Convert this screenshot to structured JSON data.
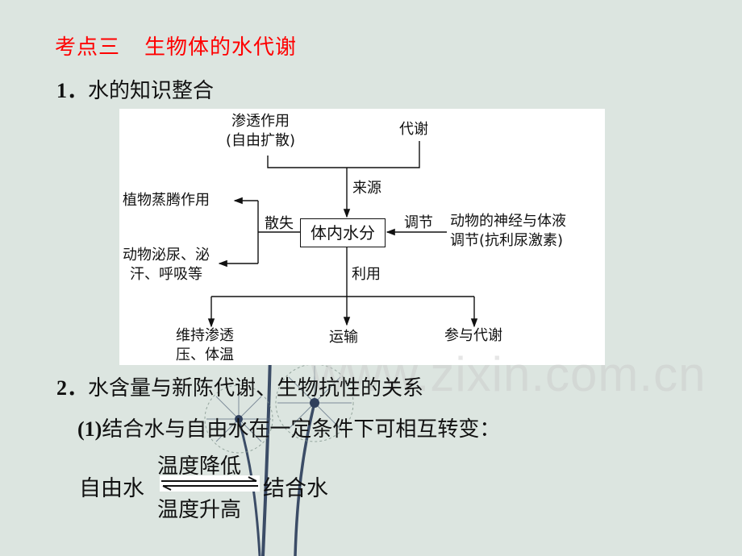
{
  "slide": {
    "title_part1": "考点三",
    "title_part2": "生物体的水代谢",
    "title_color": "#ff0000",
    "background_color": "#dce5e0"
  },
  "section1": {
    "number": "1．",
    "heading": "水的知识整合"
  },
  "diagram": {
    "center": "体内水分",
    "sources": {
      "label": "来源",
      "osmosis_line1": "渗透作用",
      "osmosis_line2": "(自由扩散)",
      "metabolism": "代谢"
    },
    "loss": {
      "label": "散失",
      "plant": "植物蒸腾作用",
      "animal_line1": "动物泌尿、泌",
      "animal_line2": "汗、呼吸等"
    },
    "regulation": {
      "label": "调节",
      "source_line1": "动物的神经与体液",
      "source_line2": "调节(抗利尿激素)"
    },
    "use": {
      "label": "利用",
      "item1_line1": "维持渗透",
      "item1_line2": "压、体温",
      "item2": "运输",
      "item3": "参与代谢"
    }
  },
  "section2": {
    "number": "2．",
    "heading": "水含量与新陈代谢、生物抗性的关系",
    "sub_number": "(1)",
    "sub_text": "结合水与自由水在一定条件下可相互转变："
  },
  "equation": {
    "left": "自由水",
    "right": "结合水",
    "forward_condition": "温度降低",
    "reverse_condition": "温度升高",
    "arrow_icon": "reversible-arrow"
  },
  "watermark": "www.zixin.com.cn"
}
